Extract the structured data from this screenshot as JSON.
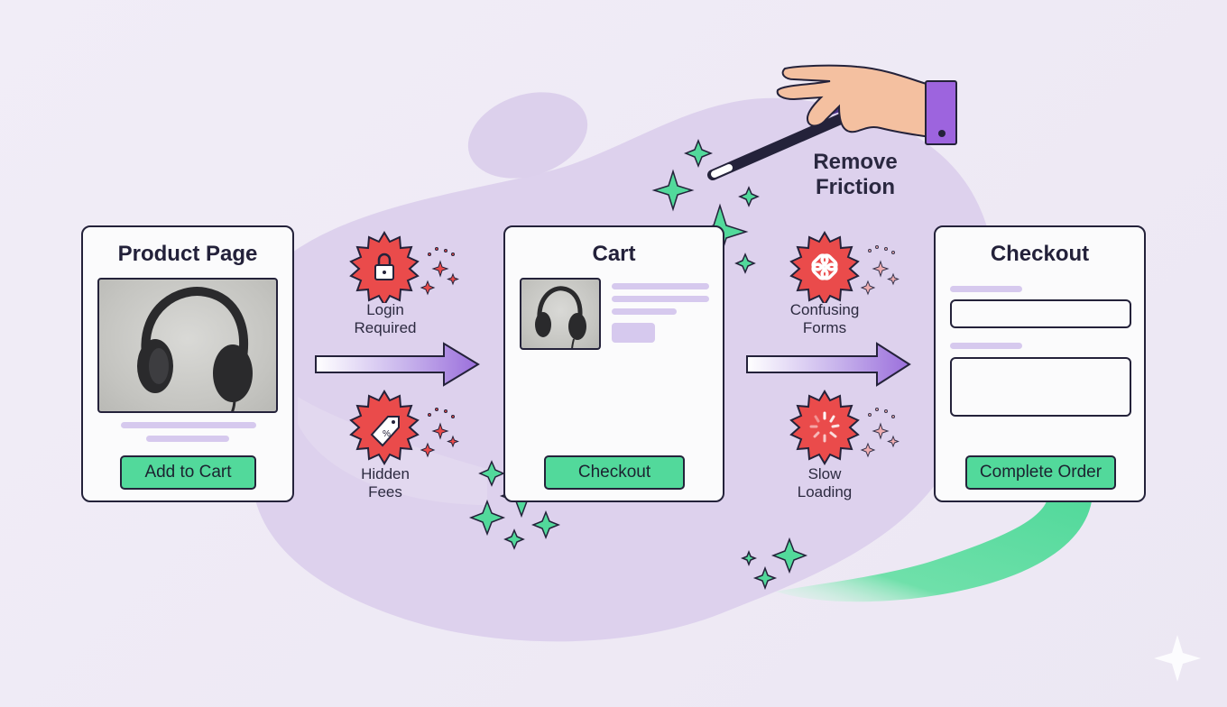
{
  "steps": {
    "product": {
      "title": "Product Page",
      "button": "Add to Cart",
      "photo_icon": "headphones-icon"
    },
    "cart": {
      "title": "Cart",
      "button": "Checkout",
      "photo_icon": "headphones-icon"
    },
    "checkout": {
      "title": "Checkout",
      "button": "Complete Order"
    }
  },
  "frictions": {
    "login": {
      "label_line1": "Login",
      "label_line2": "Required",
      "icon": "lock-icon"
    },
    "fees": {
      "label_line1": "Hidden",
      "label_line2": "Fees",
      "icon": "price-tag-icon"
    },
    "forms": {
      "label_line1": "Confusing",
      "label_line2": "Forms",
      "icon": "tangled-links-icon"
    },
    "loading": {
      "label_line1": "Slow",
      "label_line2": "Loading",
      "icon": "spinner-icon"
    }
  },
  "remove": {
    "line1": "Remove",
    "line2": "Friction",
    "icon": "magic-wand-hand-icon"
  },
  "colors": {
    "background": "#efeaf5",
    "blob": "#dcd0ec",
    "accent_green": "#52d99b",
    "friction_red": "#ea4b4b",
    "arrow_purple": "#9b6fdc",
    "ink": "#24223a",
    "sleeve": "#9d64de",
    "skin": "#f4c0a0"
  }
}
